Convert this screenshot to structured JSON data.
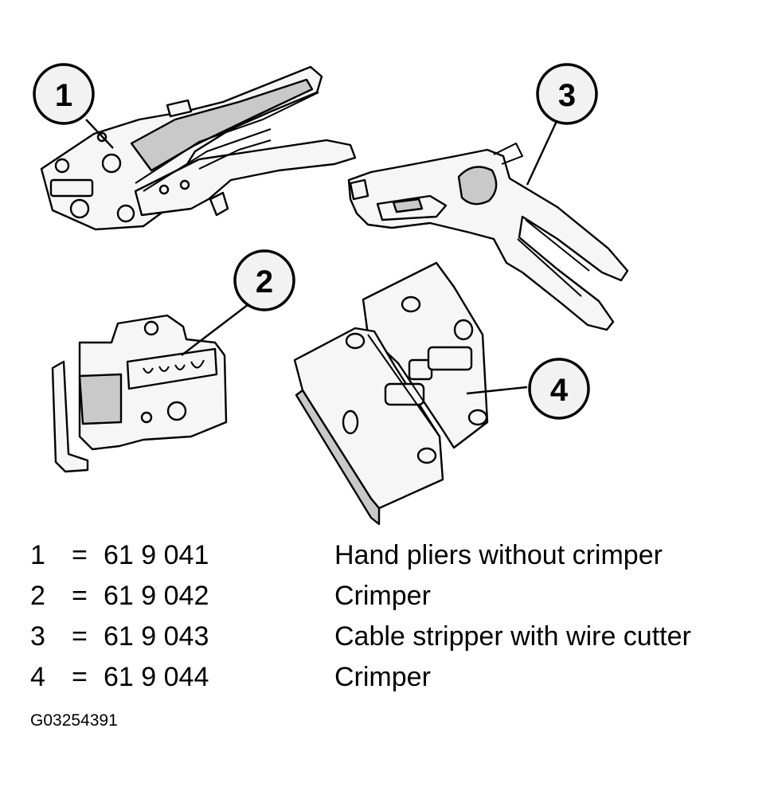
{
  "callouts": [
    "1",
    "2",
    "3",
    "4"
  ],
  "legend": [
    {
      "num": "1",
      "eq": "=",
      "part": "61 9 041",
      "desc": "Hand pliers without crimper"
    },
    {
      "num": "2",
      "eq": "=",
      "part": "61 9 042",
      "desc": "Crimper"
    },
    {
      "num": "3",
      "eq": "=",
      "part": "61 9 043",
      "desc": "Cable stripper with wire cutter"
    },
    {
      "num": "4",
      "eq": "=",
      "part": "61 9 044",
      "desc": "Crimper"
    }
  ],
  "figure_id": "G03254391"
}
